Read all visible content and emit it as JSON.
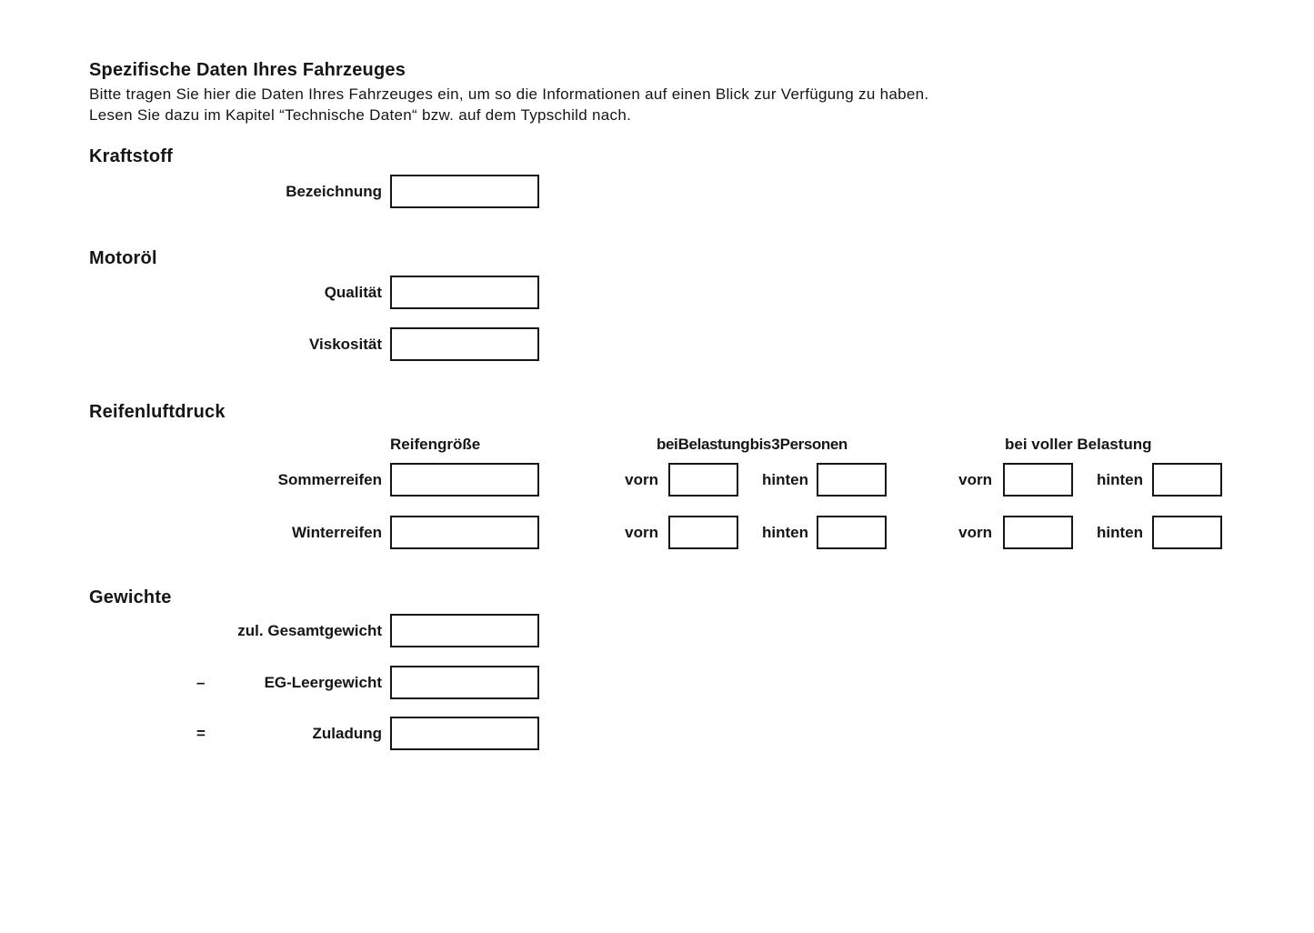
{
  "page": {
    "title": "Spezifische Daten Ihres Fahrzeuges",
    "intro_line1": "Bitte tragen Sie hier die Daten Ihres Fahrzeuges ein, um so die Informationen auf einen Blick zur Verfügung zu haben.",
    "intro_line2": "Lesen Sie dazu im Kapitel “Technische Daten“ bzw. auf dem Typschild nach.",
    "text_color": "#151515",
    "background_color": "#ffffff"
  },
  "kraftstoff": {
    "heading": "Kraftstoff",
    "bezeichnung_label": "Bezeichnung",
    "bezeichnung_value": ""
  },
  "motoroel": {
    "heading": "Motoröl",
    "qualitaet_label": "Qualität",
    "qualitaet_value": "",
    "viskositaet_label": "Viskosität",
    "viskositaet_value": ""
  },
  "reifenluftdruck": {
    "heading": "Reifenluftdruck",
    "col_tire_size": "Reifengröße",
    "col_load_3_persons": "bei Belastung bis 3 Personen",
    "col_full_load": "bei voller Belastung",
    "front_label": "vorn",
    "rear_label": "hinten",
    "summer_label": "Sommerreifen",
    "winter_label": "Winterreifen",
    "summer": {
      "size_value": "",
      "load3_front_value": "",
      "load3_rear_value": "",
      "full_front_value": "",
      "full_rear_value": ""
    },
    "winter": {
      "size_value": "",
      "load3_front_value": "",
      "load3_rear_value": "",
      "full_front_value": "",
      "full_rear_value": ""
    }
  },
  "gewichte": {
    "heading": "Gewichte",
    "total_label": "zul. Gesamtgewicht",
    "total_value": "",
    "minus_operator": "–",
    "empty_label": "EG-Leergewicht",
    "empty_value": "",
    "equals_operator": "=",
    "payload_label": "Zuladung",
    "payload_value": ""
  }
}
